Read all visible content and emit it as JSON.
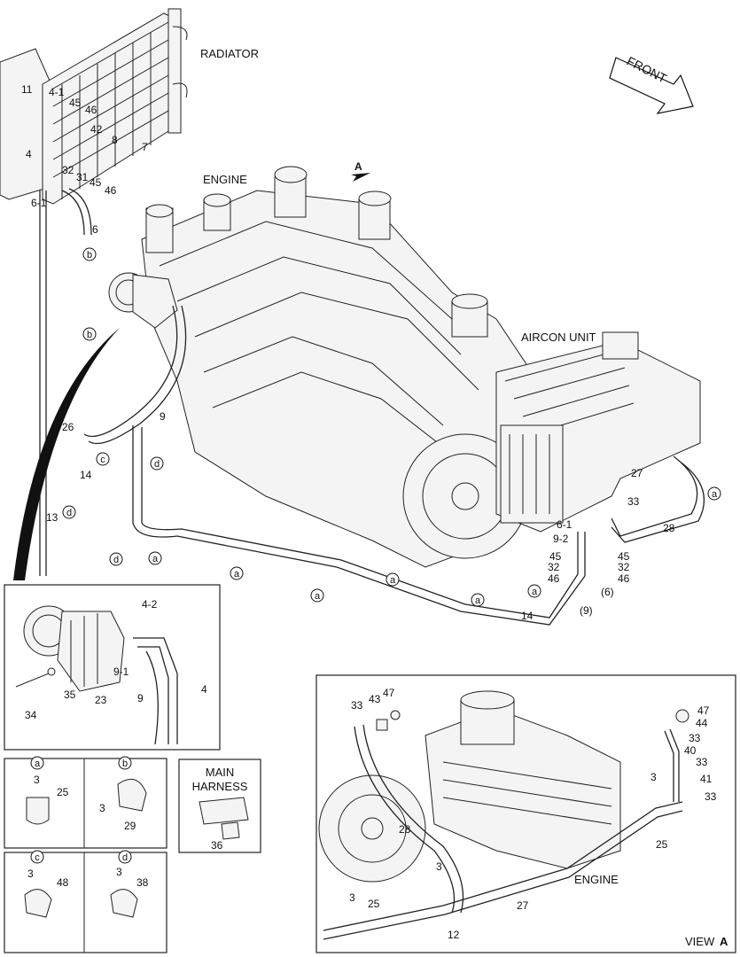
{
  "headings": {
    "radiator": "RADIATOR",
    "engine_top": "ENGINE",
    "front": "FRONT",
    "view_marker": "A",
    "aircon_unit": "AIRCON UNIT",
    "main_harness_1": "MAIN",
    "main_harness_2": "HARNESS",
    "engine_view": "ENGINE",
    "view_label": "VIEW",
    "view_letter": "A"
  },
  "callouts_main": {
    "c11": "11",
    "c4_1": "4-1",
    "c45a": "45",
    "c46a": "46",
    "c42": "42",
    "c8": "8",
    "c7": "7",
    "c4a": "4",
    "c32a": "32",
    "c31": "31",
    "c45b": "45",
    "c46b": "46",
    "c6_1a": "6-1",
    "c6": "6",
    "c9": "9",
    "c26": "26",
    "c14a": "14",
    "c13": "13",
    "c27a": "27",
    "c33a": "33",
    "c28a": "28",
    "c6_1b": "6-1",
    "c9_2": "9-2",
    "c45c": "45",
    "c45d": "45",
    "c32b": "32",
    "c32c": "32",
    "c46c": "46",
    "c46d": "46",
    "c6p": "(6)",
    "c9p": "(9)",
    "c14b": "14"
  },
  "clamp_letters": {
    "a": "a",
    "b": "b",
    "c": "c",
    "d": "d"
  },
  "callouts_inset": {
    "c4_2": "4-2",
    "c9_1": "9-1",
    "c9": "9",
    "c4": "4",
    "c34": "34",
    "c35": "35",
    "c23": "23"
  },
  "clamp_details": {
    "a": {
      "screw": "3",
      "clamp": "25"
    },
    "b": {
      "screw": "3",
      "clamp": "29"
    },
    "c": {
      "screw": "3",
      "clamp": "48"
    },
    "d": {
      "screw": "3",
      "clamp": "38"
    },
    "harness_part": "36"
  },
  "callouts_view": {
    "c33a": "33",
    "c43": "43",
    "c47a": "47",
    "c47b": "47",
    "c44": "44",
    "c33b": "33",
    "c40": "40",
    "c33c": "33",
    "c3a": "3",
    "c41": "41",
    "c33d": "33",
    "c25a": "25",
    "c28": "28",
    "c3b": "3",
    "c27": "27",
    "c3c": "3",
    "c25b": "25",
    "c12": "12"
  }
}
